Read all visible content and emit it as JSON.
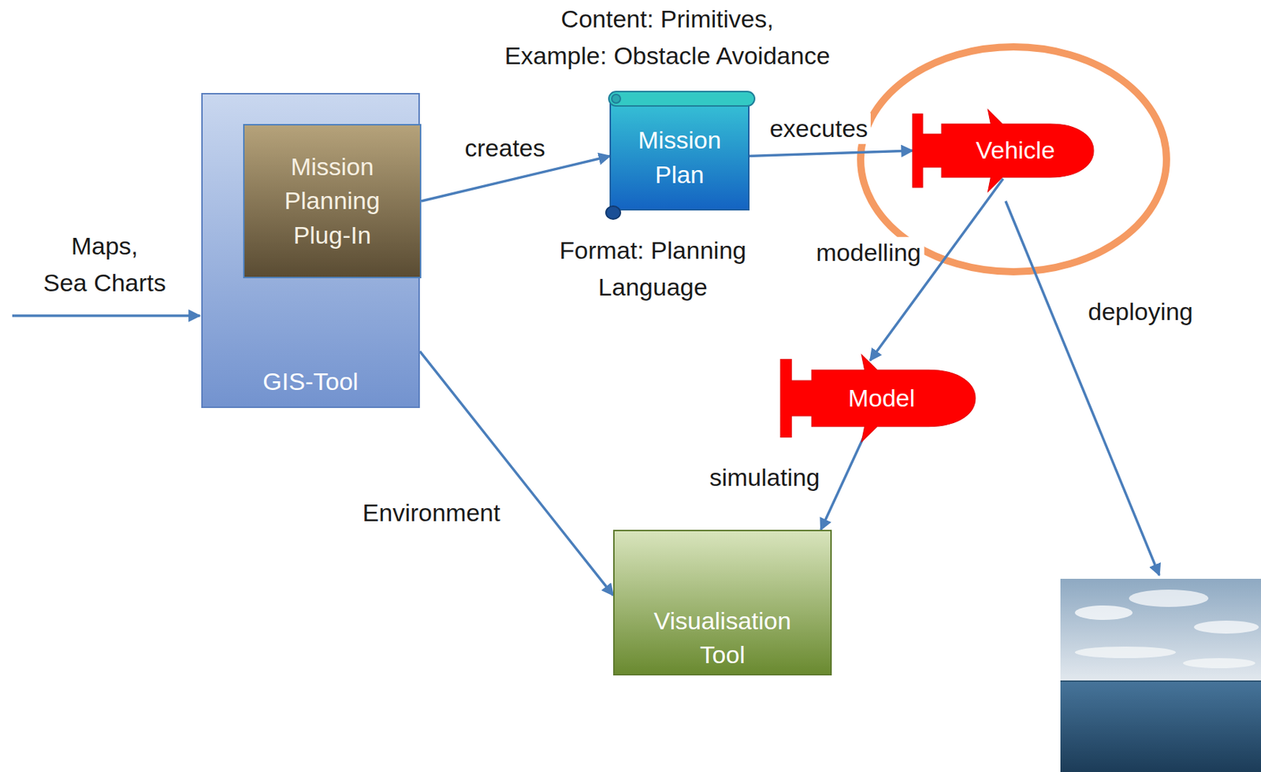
{
  "diagram": {
    "nodes": [
      {
        "text": [
          "GIS-Tool"
        ]
      },
      {
        "text": [
          "Mission Planning Plug-In"
        ],
        "in": 0
      },
      {
        "text": [
          "Mission Plan"
        ]
      },
      {
        "text": [
          "Vehicle"
        ]
      },
      {
        "text": [
          "Model"
        ]
      },
      {
        "text": [
          "Visualisation Tool"
        ]
      }
    ],
    "edges": [
      {
        "from": 1,
        "to": 2,
        "arrow": "to",
        "label": "creates"
      },
      {
        "from": 2,
        "to": 3,
        "arrow": "to",
        "label": "executes"
      },
      {
        "from": 3,
        "to": 4,
        "arrow": "to",
        "label": "modelling"
      },
      {
        "from": 4,
        "to": 5,
        "arrow": "to",
        "label": "simulating"
      },
      {
        "from": 0,
        "to": 5,
        "arrow": "to",
        "label": "Environment"
      }
    ],
    "labels": [
      "Content: Primitives, Example: Obstacle Avoidance",
      "Format: Planning Language",
      "Maps, Sea Charts",
      "deploying"
    ]
  }
}
